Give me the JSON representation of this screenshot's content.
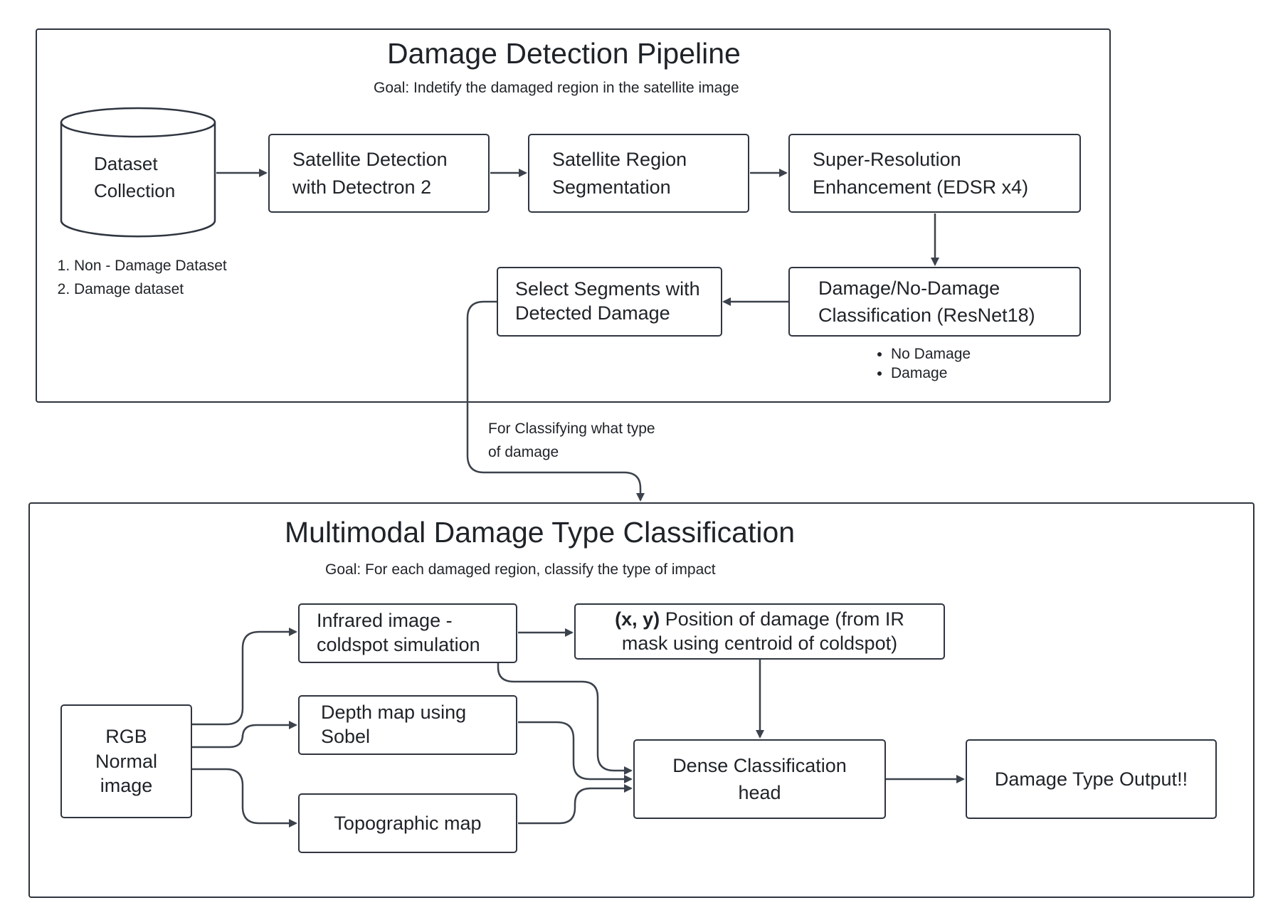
{
  "pipeline": {
    "title": "Damage Detection Pipeline",
    "goal": "Goal: Indetify the damaged region in the satellite image",
    "dataset": {
      "line1": "Dataset",
      "line2": "Collection"
    },
    "dataset_list": [
      "Non - Damage Dataset",
      "Damage dataset"
    ],
    "step_detection": {
      "line1": "Satellite Detection",
      "line2": "with Detectron 2"
    },
    "step_segmentation": {
      "line1": "Satellite Region",
      "line2": "Segmentation"
    },
    "step_super_resolution": {
      "line1": "Super-Resolution",
      "line2": "Enhancement (EDSR x4)"
    },
    "step_classification": {
      "line1": "Damage/No-Damage",
      "line2": "Classification (ResNet18)"
    },
    "classification_outputs": [
      "No Damage",
      "Damage"
    ],
    "step_select": {
      "line1": "Select Segments with",
      "line2": "Detected Damage"
    }
  },
  "connector_label": {
    "line1": "For Classifying what type",
    "line2": "of damage"
  },
  "multimodal": {
    "title": "Multimodal Damage Type Classification",
    "goal": "Goal: For each damaged region, classify the type of impact",
    "rgb": {
      "line1": "RGB",
      "line2": "Normal",
      "line3": "image"
    },
    "infrared": {
      "line1": "Infrared image -",
      "line2": "coldspot simulation"
    },
    "depth": {
      "line1": "Depth map using",
      "line2": "Sobel"
    },
    "topographic": "Topographic map",
    "position": {
      "bold": "(x, y)",
      "line1_rest": " Position of damage (from IR",
      "line2": "mask using centroid of coldspot)"
    },
    "dense_head": {
      "line1": "Dense Classification",
      "line2": "head"
    },
    "output": "Damage Type Output!!"
  }
}
